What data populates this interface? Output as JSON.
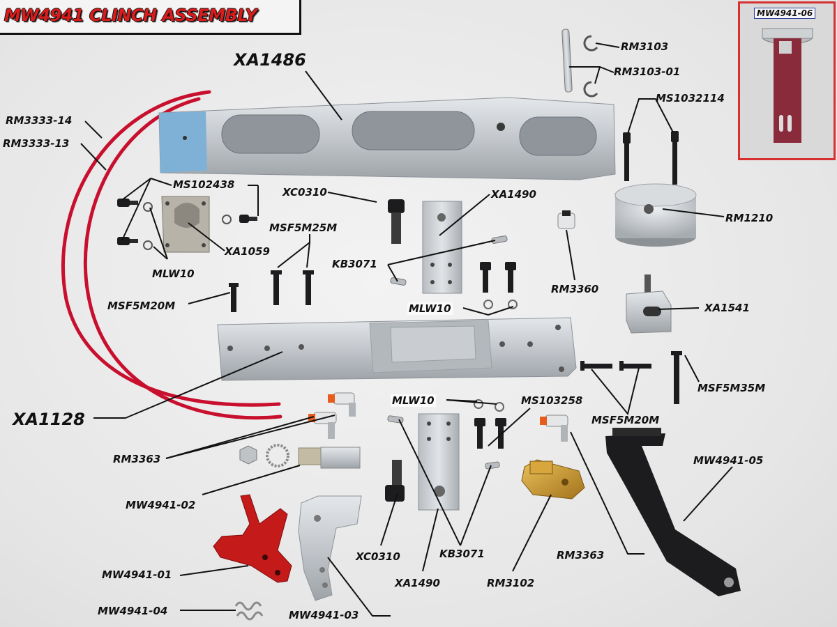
{
  "title": "MW4941 CLINCH ASSEMBLY",
  "inset_label": "MW4941-06",
  "parts": [
    {
      "id": "xa1486",
      "label": "XA1486"
    },
    {
      "id": "rm3103",
      "label": "RM3103"
    },
    {
      "id": "rm3103-01",
      "label": "RM3103-01"
    },
    {
      "id": "ms1032114",
      "label": "MS1032114"
    },
    {
      "id": "rm3333-14",
      "label": "RM3333-14"
    },
    {
      "id": "rm3333-13",
      "label": "RM3333-13"
    },
    {
      "id": "ms102438",
      "label": "MS102438"
    },
    {
      "id": "xc0310-top",
      "label": "XC0310"
    },
    {
      "id": "xa1490-top",
      "label": "XA1490"
    },
    {
      "id": "rm1210",
      "label": "RM1210"
    },
    {
      "id": "msf5m25m",
      "label": "MSF5M25M"
    },
    {
      "id": "xa1059",
      "label": "XA1059"
    },
    {
      "id": "mlw10-left",
      "label": "MLW10"
    },
    {
      "id": "kb3071-top",
      "label": "KB3071"
    },
    {
      "id": "rm3360",
      "label": "RM3360"
    },
    {
      "id": "msf5m20m-left",
      "label": "MSF5M20M"
    },
    {
      "id": "xa1541",
      "label": "XA1541"
    },
    {
      "id": "mlw10-mid",
      "label": "MLW10"
    },
    {
      "id": "msf5m35m",
      "label": "MSF5M35M"
    },
    {
      "id": "xa1128",
      "label": "XA1128"
    },
    {
      "id": "mlw10-low",
      "label": "MLW10"
    },
    {
      "id": "ms103258",
      "label": "MS103258"
    },
    {
      "id": "msf5m20m-right",
      "label": "MSF5M20M"
    },
    {
      "id": "rm3363-left",
      "label": "RM3363"
    },
    {
      "id": "mw4941-05",
      "label": "MW4941-05"
    },
    {
      "id": "mw4941-02",
      "label": "MW4941-02"
    },
    {
      "id": "xc0310-bot",
      "label": "XC0310"
    },
    {
      "id": "kb3071-bot",
      "label": "KB3071"
    },
    {
      "id": "rm3363-right",
      "label": "RM3363"
    },
    {
      "id": "xa1490-bot",
      "label": "XA1490"
    },
    {
      "id": "rm3102",
      "label": "RM3102"
    },
    {
      "id": "mw4941-01",
      "label": "MW4941-01"
    },
    {
      "id": "mw4941-04",
      "label": "MW4941-04"
    },
    {
      "id": "mw4941-03",
      "label": "MW4941-03"
    }
  ],
  "colors": {
    "title_red": "#d91c1c",
    "tube_red": "#c8102e",
    "anodized_red": "#c41a1a",
    "inset_border": "#d63030",
    "inset_label_border": "#2a3c9a",
    "aluminum": "#c9ccd0",
    "brass": "#c9962a",
    "black_steel": "#1c1c1e"
  }
}
